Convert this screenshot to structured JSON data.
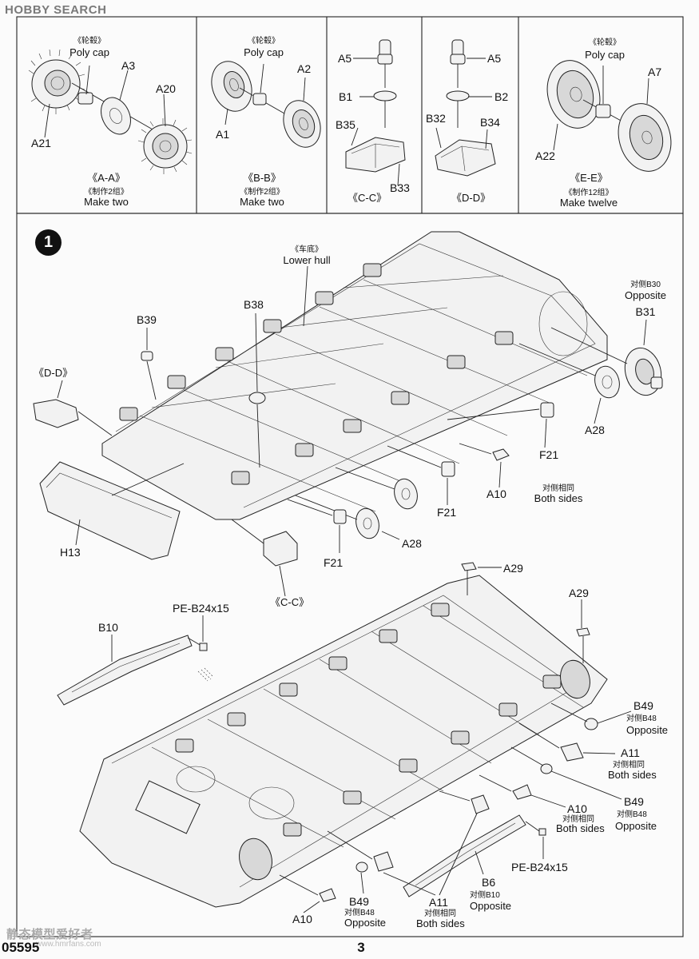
{
  "header": {
    "watermark_top": "HOBBY SEARCH",
    "watermark_bottom": "静态模型爱好者",
    "watermark_bottom_url": "www.hmrfans.com"
  },
  "footer": {
    "catalog_number": "05595",
    "page_number": "3"
  },
  "subassemblies": {
    "aa": {
      "poly_cap_cn": "《轮毂》",
      "poly_cap": "Poly cap",
      "parts": [
        "A3",
        "A20",
        "A21"
      ],
      "section": "《A-A》",
      "qty_cn": "《制作2组》",
      "qty": "Make two"
    },
    "bb": {
      "poly_cap_cn": "《轮毂》",
      "poly_cap": "Poly cap",
      "parts": [
        "A2",
        "A1"
      ],
      "section": "《B-B》",
      "qty_cn": "《制作2组》",
      "qty": "Make two"
    },
    "cc": {
      "parts": [
        "A5",
        "B1",
        "B35",
        "B33"
      ],
      "section": "《C-C》"
    },
    "dd": {
      "parts": [
        "A5",
        "B2",
        "B32",
        "B34"
      ],
      "section": "《D-D》"
    },
    "ee": {
      "poly_cap_cn": "《轮毂》",
      "poly_cap": "Poly cap",
      "parts": [
        "A7",
        "A22"
      ],
      "section": "《E-E》",
      "qty_cn": "《制作12组》",
      "qty": "Make twelve"
    }
  },
  "step1": {
    "number": "1",
    "lower_hull_cn": "《车底》",
    "lower_hull": "Lower hull",
    "opposite_b30_cn": "对侧B30",
    "opposite": "Opposite",
    "both_sides_cn": "对侧相同",
    "both_sides": "Both sides",
    "labels": {
      "b31": "B31",
      "b38": "B38",
      "b39": "B39",
      "dd": "《D-D》",
      "a28a": "A28",
      "a28b": "A28",
      "f21a": "F21",
      "f21b": "F21",
      "f21c": "F21",
      "a10": "A10",
      "h13": "H13",
      "cc": "《C-C》"
    },
    "lower": {
      "pe_a": "PE-B24x15",
      "pe_b": "PE-B24x15",
      "b10": "B10",
      "a29a": "A29",
      "a29b": "A29",
      "b49a": "B49",
      "b49b": "B49",
      "b49c": "B49",
      "opp_b48_cn": "对侧B48",
      "opposite": "Opposite",
      "a11a": "A11",
      "a11b": "A11",
      "both_sides_cn": "对侧相同",
      "both_sides": "Both sides",
      "a10a": "A10",
      "a10b": "A10",
      "b6": "B6",
      "opp_b10_cn": "对侧B10"
    }
  }
}
